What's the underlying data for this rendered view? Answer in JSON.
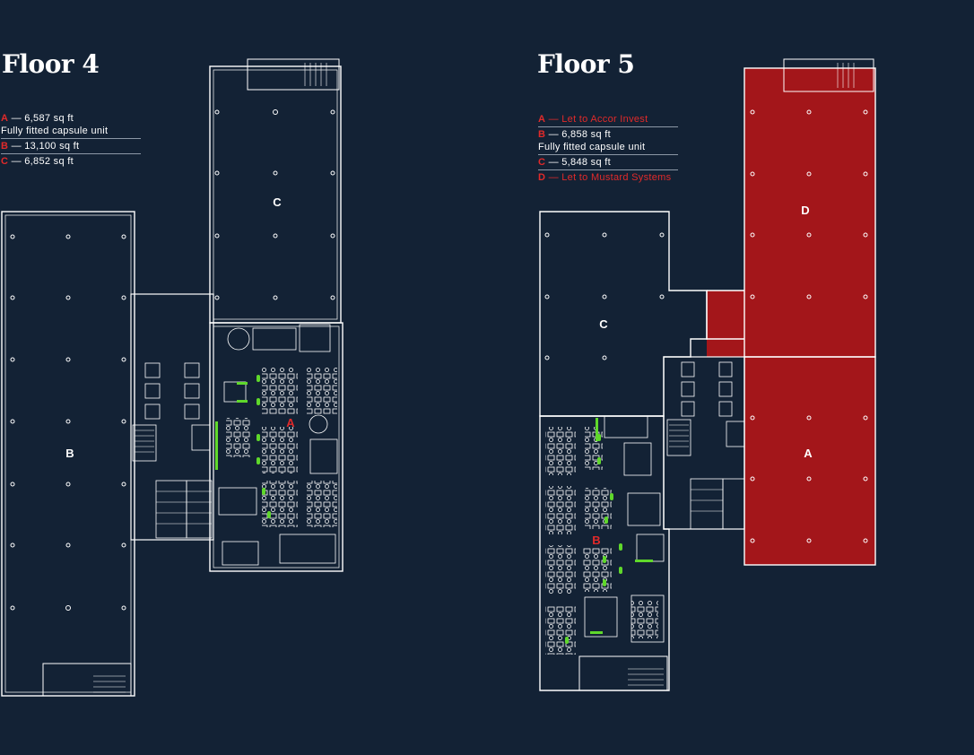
{
  "floor4": {
    "title": "Floor 4",
    "legend": [
      {
        "key": "A",
        "text": " — 6,587 sq ft",
        "sub": "Fully fitted capsule unit",
        "key_color": "#e12a2a",
        "text_color": "#ffffff"
      },
      {
        "key": "B",
        "text": " — 13,100 sq ft",
        "key_color": "#e12a2a",
        "text_color": "#ffffff"
      },
      {
        "key": "C",
        "text": " — 6,852 sq ft",
        "key_color": "#e12a2a",
        "text_color": "#ffffff"
      }
    ],
    "units": {
      "a": "A",
      "b": "B",
      "c": "C"
    }
  },
  "floor5": {
    "title": "Floor 5",
    "legend": [
      {
        "key": "A",
        "text": " — Let to Accor Invest",
        "key_color": "#e12a2a",
        "text_color": "#e12a2a"
      },
      {
        "key": "B",
        "text": " — 6,858 sq ft",
        "sub": "Fully fitted capsule unit",
        "key_color": "#e12a2a",
        "text_color": "#ffffff"
      },
      {
        "key": "C",
        "text": " — 5,848 sq ft",
        "key_color": "#e12a2a",
        "text_color": "#ffffff"
      },
      {
        "key": "D",
        "text": " — Let to Mustard Systems",
        "key_color": "#e12a2a",
        "text_color": "#e12a2a"
      }
    ],
    "units": {
      "a": "A",
      "b": "B",
      "c": "C",
      "d": "D"
    }
  },
  "colors": {
    "background": "#132235",
    "let_fill": "#a3161a",
    "accent_red": "#e12a2a",
    "fitout_green": "#5fd82b",
    "linework": "#ffffff"
  }
}
